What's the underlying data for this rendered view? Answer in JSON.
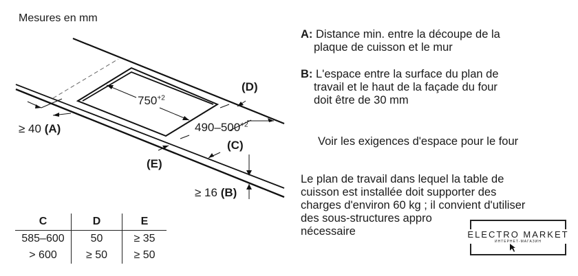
{
  "title": "Mesures en mm",
  "labels": {
    "cut_width": "750",
    "cut_width_tol": "+2",
    "cut_depth": "490–500",
    "cut_depth_tol": "+2",
    "d": "(D)",
    "c": "(C)",
    "e": "(E)",
    "a_val": "≥ 40 ",
    "a": "(A)",
    "b_val": "≥ 16 ",
    "b": "(B)"
  },
  "notes": {
    "a_key": "A:",
    "a_text1": " Distance min. entre la découpe de la",
    "a_text2": "plaque de cuisson et le mur",
    "b_key": "B:",
    "b_text1": " L'espace entre la surface du plan de",
    "b_text2": "travail et le haut de la façade du four",
    "b_text3": "doit être de 30 mm",
    "oven": "Voir les exigences d'espace pour le four",
    "load1": "Le plan de travail dans lequel la table de",
    "load2": "cuisson est installée doit supporter des",
    "load3": "charges d'environ 60 kg ; il convient d'utiliser",
    "load4": "des sous-structures appro",
    "load5": "nécessaire"
  },
  "table": {
    "headers": [
      "C",
      "D",
      "E"
    ],
    "rows": [
      [
        "585–600",
        "50",
        "≥ 35"
      ],
      [
        "> 600",
        "≥ 50",
        "≥ 50"
      ]
    ]
  },
  "watermark": {
    "name": "ELECTRO MARKET",
    "sub": "ИНТЕРНЕТ-МАГАЗИН"
  }
}
